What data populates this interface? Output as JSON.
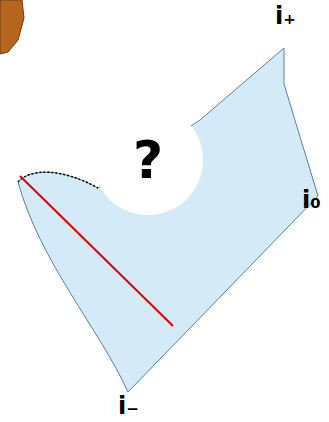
{
  "diagram": {
    "nodes": [
      {
        "text": [
          "?"
        ]
      }
    ],
    "labels": [
      "i₊",
      "i₀",
      "i₋"
    ]
  }
}
